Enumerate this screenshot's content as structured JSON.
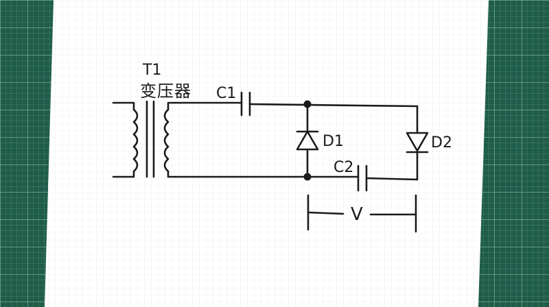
{
  "transformer": {
    "ref": "T1",
    "name": "变压器"
  },
  "capacitor_1": {
    "label": "C1"
  },
  "capacitor_2": {
    "label": "C2"
  },
  "diode_1": {
    "label": "D1"
  },
  "diode_2": {
    "label": "D2"
  },
  "output": {
    "label": "V"
  },
  "colors": {
    "ink": "#1a1a1a",
    "paper": "#ffffff",
    "mat": "#1f5d4a"
  }
}
